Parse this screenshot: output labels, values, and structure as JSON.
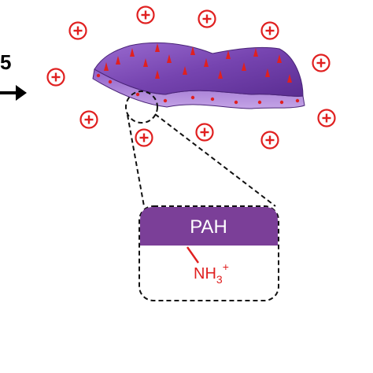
{
  "step_label": "5",
  "inset": {
    "polymer_label": "PAH",
    "group_label": "NH",
    "group_subscript": "3",
    "group_charge": "+"
  },
  "charge_symbol": "+",
  "colors": {
    "purple_dark": "#5b2a86",
    "purple_light": "#8c5bc4",
    "charge_red": "#e02020",
    "inset_band": "#7b3f98"
  },
  "icons": [
    "plus-charge-icon",
    "arrow-right-icon"
  ]
}
